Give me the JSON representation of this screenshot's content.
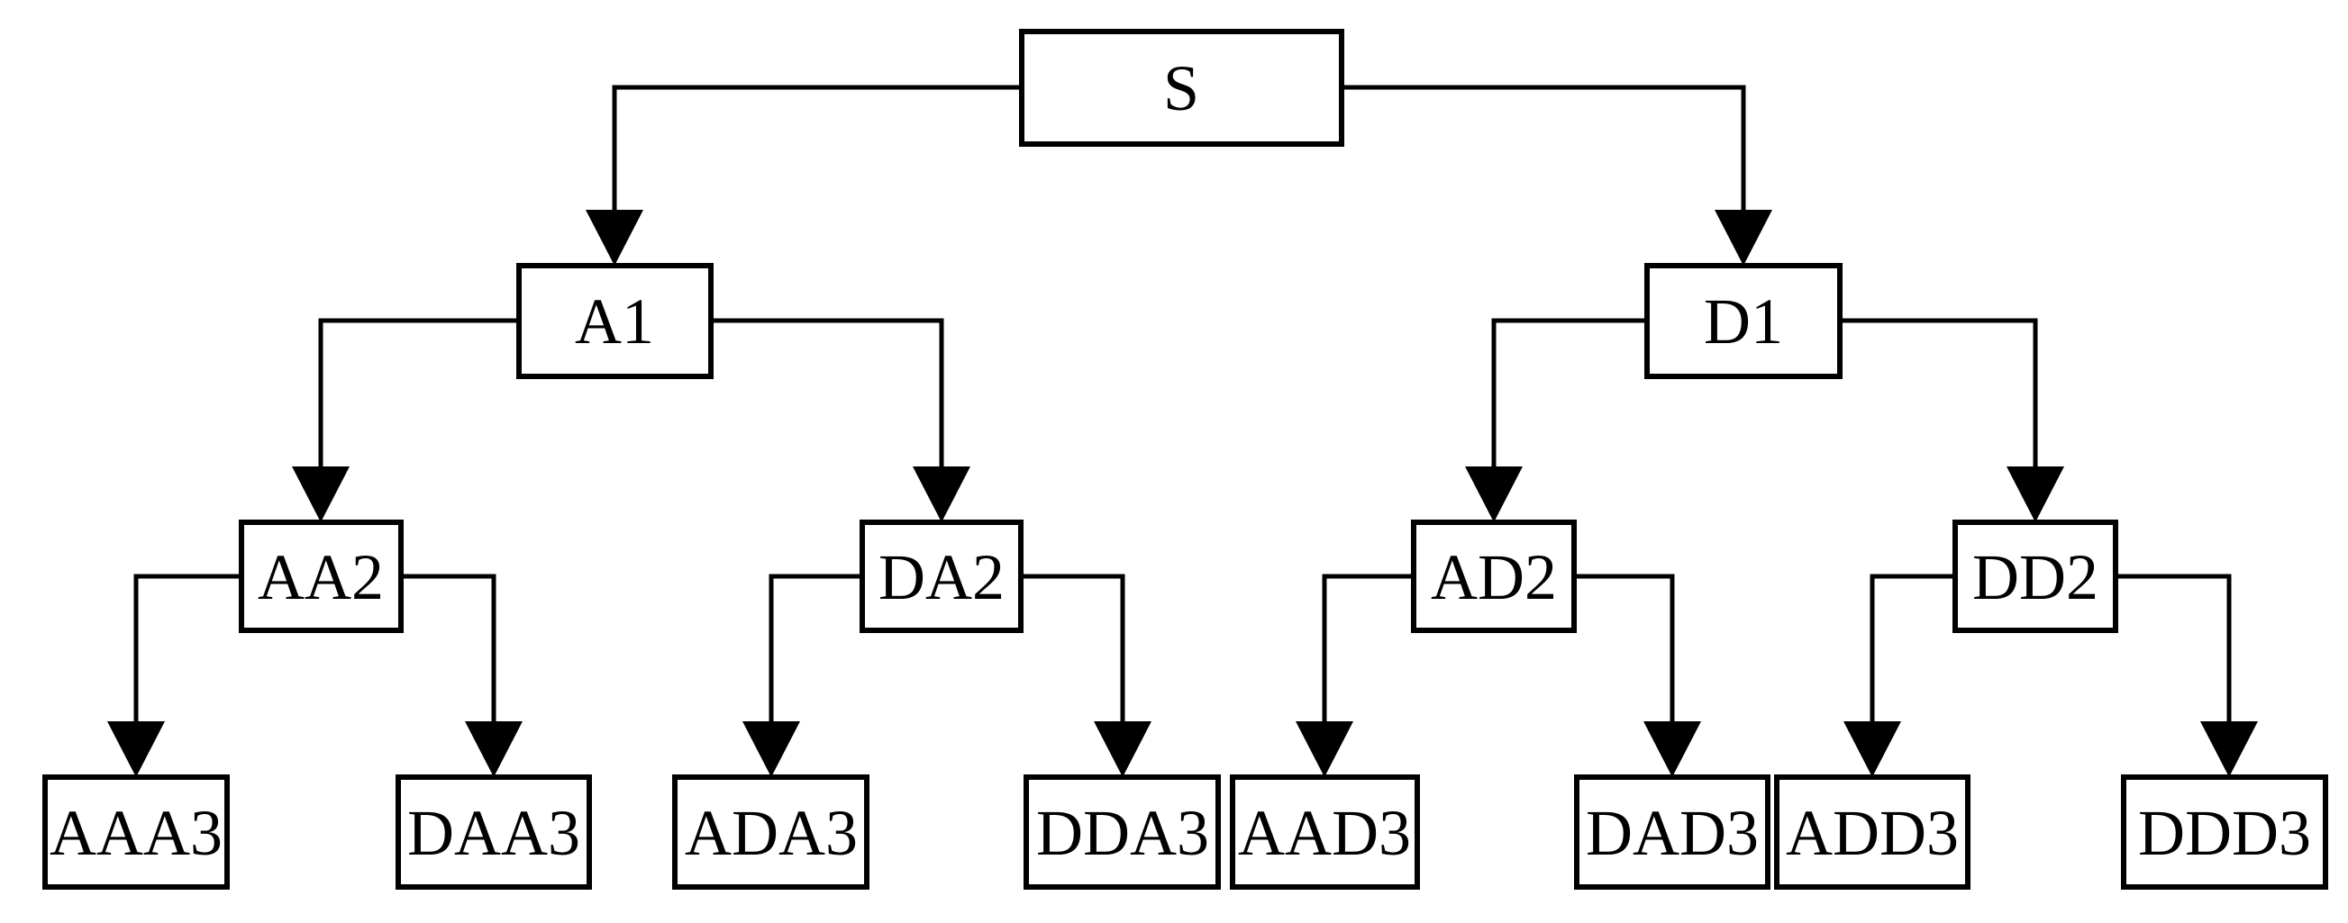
{
  "diagram": {
    "type": "tree",
    "colors": {
      "background": "#ffffff",
      "line": "#000000",
      "node_fill": "#ffffff",
      "text": "#000000"
    },
    "nodes": {
      "S": {
        "label": "S"
      },
      "A1": {
        "label": "A1"
      },
      "D1": {
        "label": "D1"
      },
      "AA2": {
        "label": "AA2"
      },
      "DA2": {
        "label": "DA2"
      },
      "AD2": {
        "label": "AD2"
      },
      "DD2": {
        "label": "DD2"
      },
      "AAA3": {
        "label": "AAA3"
      },
      "DAA3": {
        "label": "DAA3"
      },
      "ADA3": {
        "label": "ADA3"
      },
      "DDA3": {
        "label": "DDA3"
      },
      "AAD3": {
        "label": "AAD3"
      },
      "DAD3": {
        "label": "DAD3"
      },
      "ADD3": {
        "label": "ADD3"
      },
      "DDD3": {
        "label": "DDD3"
      }
    },
    "edges": [
      {
        "from": "S",
        "to": "A1"
      },
      {
        "from": "S",
        "to": "D1"
      },
      {
        "from": "A1",
        "to": "AA2"
      },
      {
        "from": "A1",
        "to": "DA2"
      },
      {
        "from": "D1",
        "to": "AD2"
      },
      {
        "from": "D1",
        "to": "DD2"
      },
      {
        "from": "AA2",
        "to": "AAA3"
      },
      {
        "from": "AA2",
        "to": "DAA3"
      },
      {
        "from": "DA2",
        "to": "ADA3"
      },
      {
        "from": "DA2",
        "to": "DDA3"
      },
      {
        "from": "AD2",
        "to": "AAD3"
      },
      {
        "from": "AD2",
        "to": "DAD3"
      },
      {
        "from": "DD2",
        "to": "ADD3"
      },
      {
        "from": "DD2",
        "to": "DDD3"
      }
    ]
  }
}
